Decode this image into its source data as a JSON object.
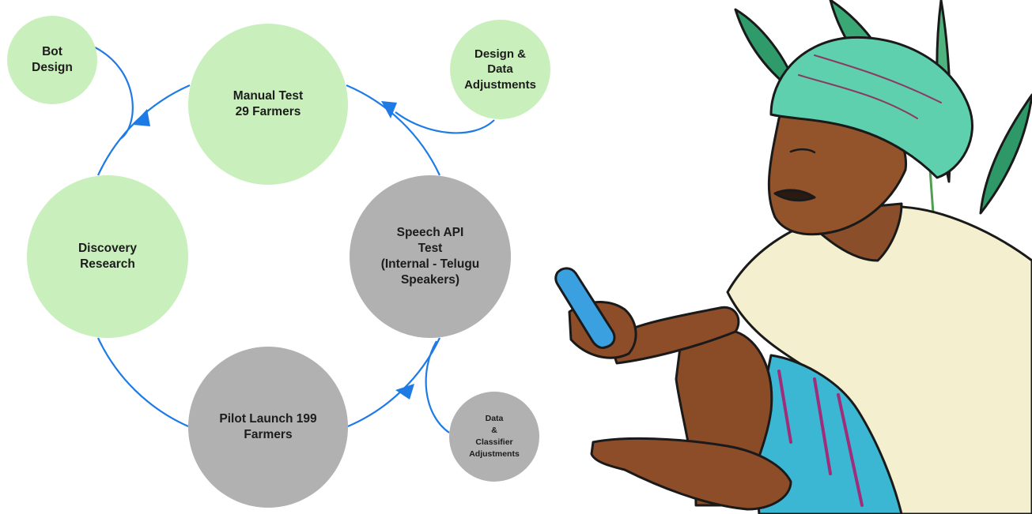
{
  "diagram": {
    "nodes": {
      "bot_design": "Bot\nDesign",
      "manual_test": "Manual Test\n29 Farmers",
      "design_data_adjustments": "Design &\nData\nAdjustments",
      "discovery_research": "Discovery\nResearch",
      "speech_api_test": "Speech API\nTest\n(Internal - Telugu\nSpeakers)",
      "pilot_launch": "Pilot Launch 199\nFarmers",
      "data_classifier_adjustments": "Data\n&\nClassifier\nAdjustments"
    },
    "colors": {
      "green_node": "#c9f0bc",
      "grey_node": "#b1b1b1",
      "arrow": "#1e7be6"
    }
  },
  "illustration": {
    "subject": "farmer-using-phone-illustration"
  }
}
